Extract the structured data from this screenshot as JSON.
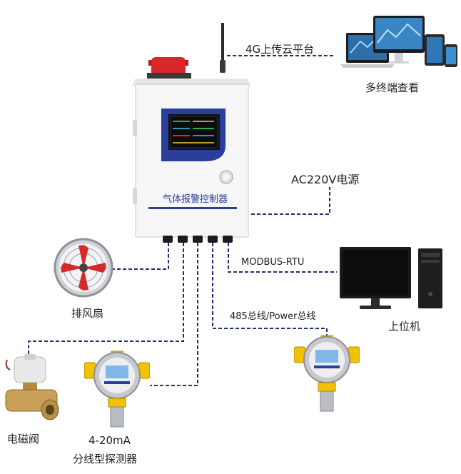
{
  "labels": {
    "cloud": "4G上传云平台",
    "terminals": "多终端查看",
    "power": "AC220V电源",
    "controller_name": "气体报警控制器",
    "modbus": "MODBUS-RTU",
    "bus485": "485总线/Power总线",
    "fan": "排风扇",
    "host": "上位机",
    "valve": "电磁阀",
    "detector_line1": "4-20mA",
    "detector_line2": "分线型探测器"
  },
  "colors": {
    "cable": "#1f2f73",
    "panel_blue": "#2a3f9a",
    "alarm_red": "#d9262b",
    "detector_yellow": "#f2c200"
  }
}
